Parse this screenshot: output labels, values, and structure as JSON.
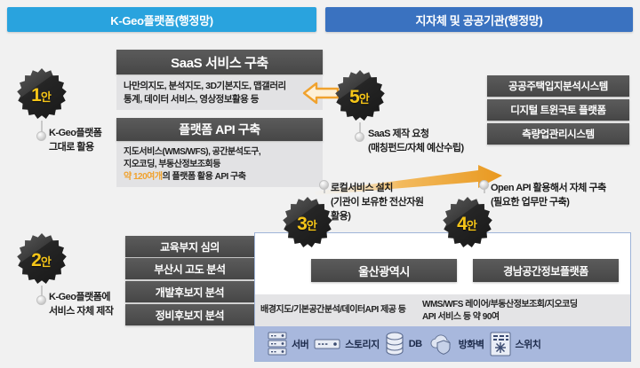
{
  "headers": {
    "left": "K-Geo플랫폼(행정망)",
    "right": "지자체 및 공공기관(행정망)"
  },
  "colors": {
    "header_left": "#29a3de",
    "header_right": "#3a72c0",
    "dark_box": "#515151",
    "light_box": "#e2e2e4",
    "badge_text": "#f5c518",
    "highlight": "#f0a22e",
    "arrow": "#f0a22e",
    "panel_border": "#9fb4d8",
    "icon_band": "#a8b8dd",
    "background": "#f1f1f1"
  },
  "options": {
    "one": {
      "number": "1",
      "suffix": "안",
      "caption": "K-Geo플랫폼\n그대로 활용"
    },
    "two": {
      "number": "2",
      "suffix": "안",
      "caption": "K-Geo플랫폼에\n서비스 자체 제작"
    },
    "three": {
      "number": "3",
      "suffix": "안",
      "caption": "로컬서비스 설치\n(기관이 보유한 전산자원\n활용)"
    },
    "four": {
      "number": "4",
      "suffix": "안",
      "caption": "Open API 활용해서 자체 구축\n(필요한 업무만 구축)"
    },
    "five": {
      "number": "5",
      "suffix": "안",
      "caption": "SaaS 제작 요청\n(매칭펀드/자체 예산수립)"
    }
  },
  "saas": {
    "title": "SaaS 서비스 구축",
    "desc_line1": "나만의지도, 분석지도, 3D기본지도, 맵갤러리",
    "desc_line2": "통계, 데이터 서비스, 영상정보활용 등"
  },
  "api": {
    "title": "플랫폼 API 구축",
    "desc_line1": "지도서비스(WMS/WFS), 공간분석도구,",
    "desc_line2": "지오코딩, 부동산정보조회등",
    "desc_highlight": "약 120여개",
    "desc_line3_rest": "의 플랫폼 활용 API 구축"
  },
  "option2_items": [
    "교육부지 심의",
    "부산시 고도 분석",
    "개발후보지 분석",
    "정비후보지 분석"
  ],
  "agency_systems": [
    "공공주택입지분석시스템",
    "디지털 트윈국토 플랫폼",
    "측량업관리시스템"
  ],
  "panel": {
    "box_left": "울산광역시",
    "box_right": "경남공간정보플랫폼",
    "desc_left": "배경지도/기본공간분석/데이터API 제공 등",
    "desc_right_line1": "WMS/WFS 레이어/부동산정보조회/지오코딩",
    "desc_right_line2": "API 서비스 등 약 90여",
    "infra": [
      {
        "icon": "server-icon",
        "label": "서버"
      },
      {
        "icon": "storage-icon",
        "label": "스토리지"
      },
      {
        "icon": "database-icon",
        "label": "DB"
      },
      {
        "icon": "firewall-icon",
        "label": "방화벽"
      },
      {
        "icon": "switch-icon",
        "label": "스위치"
      }
    ]
  }
}
